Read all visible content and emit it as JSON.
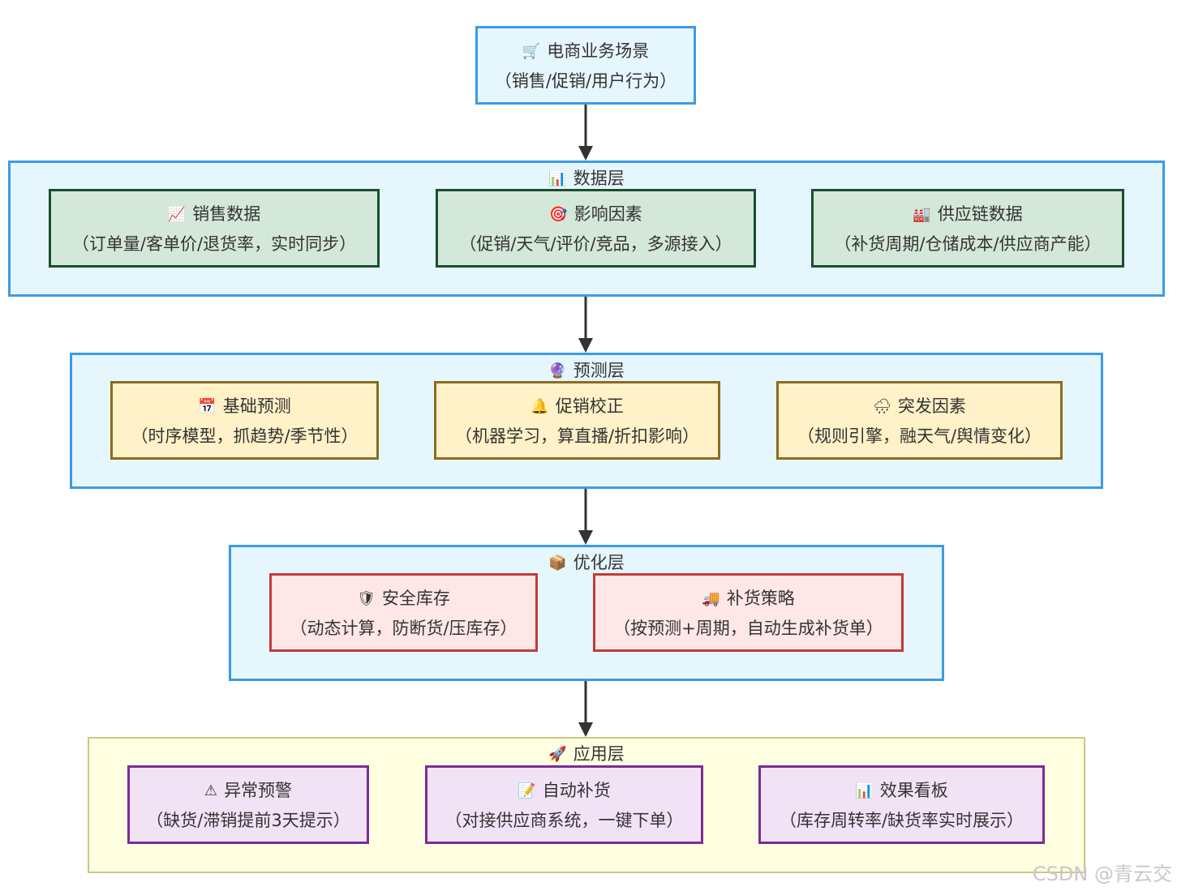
{
  "root": {
    "icon": "🛒",
    "icon_name": "shopping-cart-icon",
    "title": "电商业务场景",
    "subtitle": "（销售/促销/用户行为）"
  },
  "data_layer": {
    "icon": "📊",
    "icon_name": "bar-chart-icon",
    "title": "数据层",
    "nodes": [
      {
        "icon": "📈",
        "icon_name": "line-chart-icon",
        "title": "销售数据",
        "subtitle": "（订单量/客单价/退货率，实时同步）"
      },
      {
        "icon": "🎯",
        "icon_name": "target-icon",
        "title": "影响因素",
        "subtitle": "（促销/天气/评价/竞品，多源接入）"
      },
      {
        "icon": "🏭",
        "icon_name": "factory-icon",
        "title": "供应链数据",
        "subtitle": "（补货周期/仓储成本/供应商产能）"
      }
    ]
  },
  "predict_layer": {
    "icon": "🔮",
    "icon_name": "crystal-ball-icon",
    "title": "预测层",
    "nodes": [
      {
        "icon": "📅",
        "icon_name": "calendar-icon",
        "title": "基础预测",
        "subtitle": "（时序模型，抓趋势/季节性）"
      },
      {
        "icon": "🔔",
        "icon_name": "bell-icon",
        "title": "促销校正",
        "subtitle": "（机器学习，算直播/折扣影响）"
      },
      {
        "icon": "🌧",
        "icon_name": "rain-cloud-icon",
        "title": "突发因素",
        "subtitle": "（规则引擎，融天气/舆情变化）"
      }
    ]
  },
  "opt_layer": {
    "icon": "📦",
    "icon_name": "package-icon",
    "title": "优化层",
    "nodes": [
      {
        "icon": "🛡",
        "icon_name": "shield-icon",
        "title": "安全库存",
        "subtitle": "（动态计算，防断货/压库存）"
      },
      {
        "icon": "🚚",
        "icon_name": "truck-icon",
        "title": "补货策略",
        "subtitle": "（按预测+周期，自动生成补货单）"
      }
    ]
  },
  "app_layer": {
    "icon": "🚀",
    "icon_name": "rocket-icon",
    "title": "应用层",
    "nodes": [
      {
        "icon": "⚠",
        "icon_name": "warning-icon",
        "title": "异常预警",
        "subtitle": "（缺货/滞销提前3天提示）"
      },
      {
        "icon": "📝",
        "icon_name": "memo-icon",
        "title": "自动补货",
        "subtitle": "（对接供应商系统，一键下单）"
      },
      {
        "icon": "📊",
        "icon_name": "bar-chart-icon",
        "title": "效果看板",
        "subtitle": "（库存周转率/缺货率实时展示）"
      }
    ]
  },
  "watermark": "CSDN @青云交",
  "colors": {
    "layer_bg": "#e6f6fd",
    "layer_border": "#3b9be6",
    "app_layer_bg": "#fefee0",
    "data_node_bg": "#d4e8d9",
    "predict_node_bg": "#fff1c8",
    "opt_node_bg": "#ffe7e8",
    "app_node_bg": "#f2e2f5",
    "arrow": "#333333"
  }
}
